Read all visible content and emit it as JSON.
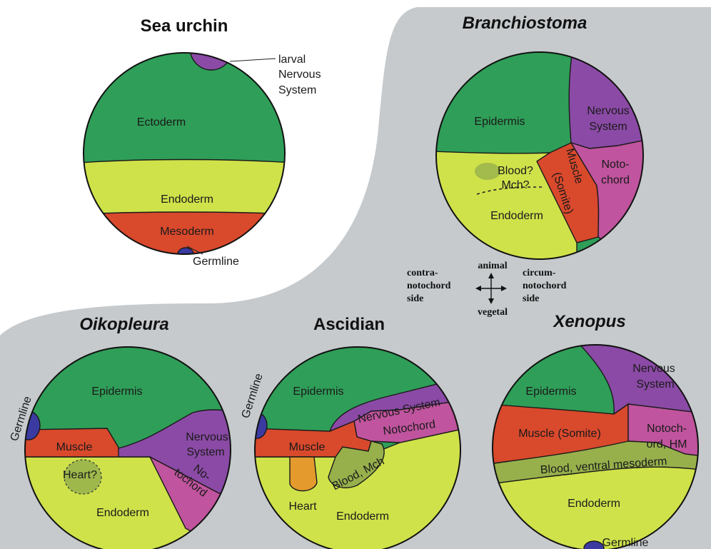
{
  "colors": {
    "background_panel": "#c6cacd",
    "ectoderm_green": "#2f9e58",
    "endoderm_yellow": "#cfe24a",
    "mesoderm_red": "#d9492c",
    "nervous_purple": "#8b4aa6",
    "notochord_magenta": "#c0549e",
    "blood_olive": "#97b04c",
    "heart_orange": "#e49a2c",
    "germline_blue": "#3a3aa0"
  },
  "sea_urchin": {
    "title": "Sea urchin",
    "ectoderm": "Ectoderm",
    "endoderm": "Endoderm",
    "mesoderm": "Mesoderm",
    "germline": "Germline",
    "nervous_l1": "larval",
    "nervous_l2": "Nervous",
    "nervous_l3": "System"
  },
  "branchiostoma": {
    "title": "Branchiostoma",
    "epidermis": "Epidermis",
    "nervous_l1": "Nervous",
    "nervous_l2": "System",
    "notochord_l1": "Noto-",
    "notochord_l2": "chord",
    "muscle_l1": "Muscle",
    "muscle_l2": "(Somite)",
    "blood_l1": "Blood?",
    "blood_l2": "Mch?",
    "endoderm": "Endoderm"
  },
  "axes": {
    "animal": "animal",
    "vegetal": "vegetal",
    "contra_l1": "contra-",
    "contra_l2": "notochord",
    "contra_l3": "side",
    "circum_l1": "circum-",
    "circum_l2": "notochord",
    "circum_l3": "side"
  },
  "oikopleura": {
    "title": "Oikopleura",
    "germline": "Germline",
    "epidermis": "Epidermis",
    "muscle": "Muscle",
    "nervous_l1": "Nervous",
    "nervous_l2": "System",
    "notochord_l1": "No-",
    "notochord_l2": "tochord",
    "heart": "Heart?",
    "endoderm": "Endoderm"
  },
  "ascidian": {
    "title": "Ascidian",
    "germline": "Germline",
    "epidermis": "Epidermis",
    "nervous": "Nervous System",
    "notochord": "Notochord",
    "muscle": "Muscle",
    "blood": "Blood, Mch",
    "heart": "Heart",
    "endoderm": "Endoderm"
  },
  "xenopus": {
    "title": "Xenopus",
    "epidermis": "Epidermis",
    "nervous_l1": "Nervous",
    "nervous_l2": "System",
    "muscle": "Muscle (Somite)",
    "notochord_l1": "Notoch-",
    "notochord_l2": "ord, HM",
    "blood": "Blood, ventral mesoderm",
    "endoderm": "Endoderm",
    "germline": "Germline"
  }
}
